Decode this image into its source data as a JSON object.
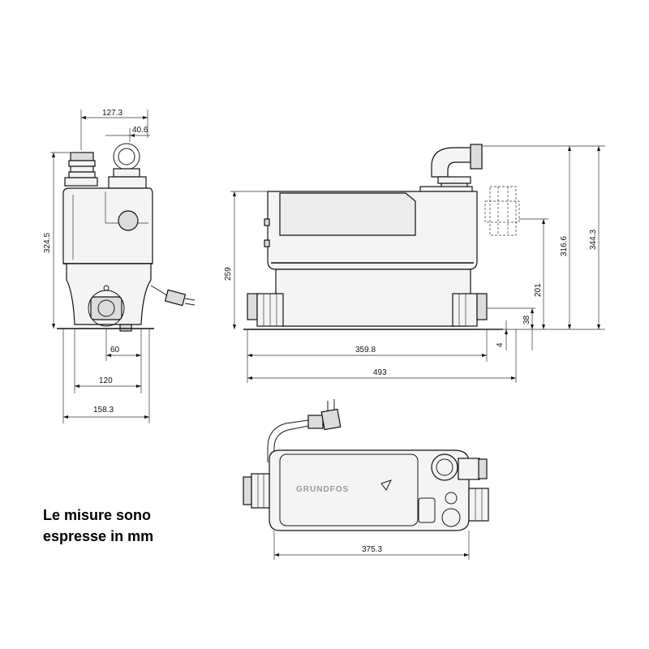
{
  "note": {
    "line1": "Le misure sono",
    "line2": "espresse in mm"
  },
  "logo": {
    "text": "GRUNDFOS"
  },
  "front_view": {
    "dim_top_width": "127.3",
    "dim_gauge_width": "40.6",
    "dim_height": "324.5",
    "dim_outlet_offset": "60",
    "dim_base_width": "120",
    "dim_total_width": "158.3"
  },
  "side_view": {
    "dim_body_height": "259",
    "dim_inner_length": "359.8",
    "dim_total_length": "493",
    "dim_small_offset": "4",
    "dim_inlet_height": "38",
    "dim_mid_height": "201",
    "dim_outlet_height": "316.6",
    "dim_total_height": "344.3"
  },
  "top_view": {
    "dim_length": "375.3"
  }
}
